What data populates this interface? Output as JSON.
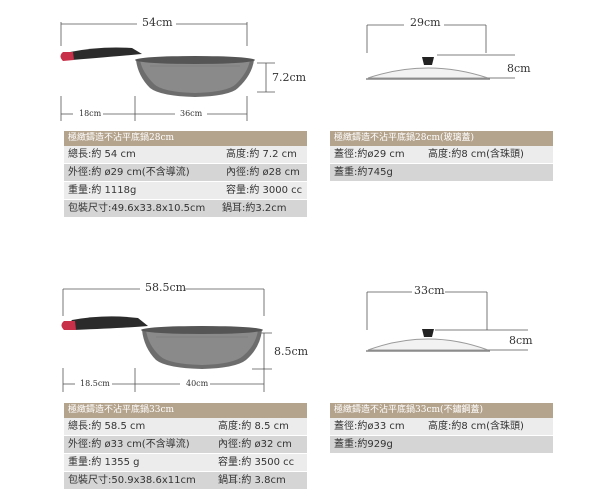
{
  "colors": {
    "header_bg": "#b5a48d",
    "row_light": "#ececec",
    "row_dark": "#d5d5d5",
    "handle_tip": "#c8304a"
  },
  "products": [
    {
      "pan_dims": {
        "length": "54cm",
        "height": "7.2cm",
        "handle": "18cm",
        "body": "36cm"
      },
      "lid_dims": {
        "diameter": "29cm",
        "height": "8cm"
      },
      "pan_spec": {
        "title": "極緻鑄造不沾平底鍋28cm",
        "rows": [
          {
            "left": "總長:約 54 cm",
            "right": "高度:約 7.2 cm"
          },
          {
            "left": "外徑:約 ø29 cm(不含導流)",
            "right": "內徑:約 ø28 cm"
          },
          {
            "left": "重量:約 1118g",
            "right": "容量:約 3000 cc"
          },
          {
            "left": "包裝尺寸:49.6x33.8x10.5cm",
            "right": "鍋耳:約3.2cm"
          }
        ]
      },
      "lid_spec": {
        "title": "極緻鑄造不沾平底鍋28cm(玻璃蓋)",
        "rows": [
          {
            "left": "蓋徑:約ø29 cm",
            "right": "高度:約8 cm(含珠頭)"
          },
          {
            "left": "蓋重:約745g",
            "right": ""
          }
        ]
      }
    },
    {
      "pan_dims": {
        "length": "58.5cm",
        "height": "8.5cm",
        "handle": "18.5cm",
        "body": "40cm"
      },
      "lid_dims": {
        "diameter": "33cm",
        "height": "8cm"
      },
      "pan_spec": {
        "title": "極緻鑄造不沾平底鍋33cm",
        "rows": [
          {
            "left": "總長:約 58.5 cm",
            "right": "高度:約 8.5 cm"
          },
          {
            "left": "外徑:約 ø33 cm(不含導流)",
            "right": "內徑:約 ø32 cm"
          },
          {
            "left": "重量:約 1355 g",
            "right": "容量:約 3500 cc"
          },
          {
            "left": "包裝尺寸:50.9x38.6x11cm",
            "right": "鍋耳:約 3.8cm"
          }
        ]
      },
      "lid_spec": {
        "title": "極緻鑄造不沾平底鍋33cm(不鏽鋼蓋)",
        "rows": [
          {
            "left": "蓋徑:約ø33 cm",
            "right": "高度:約8 cm(含珠頭)"
          },
          {
            "left": "蓋重:約929g",
            "right": ""
          }
        ]
      }
    }
  ]
}
